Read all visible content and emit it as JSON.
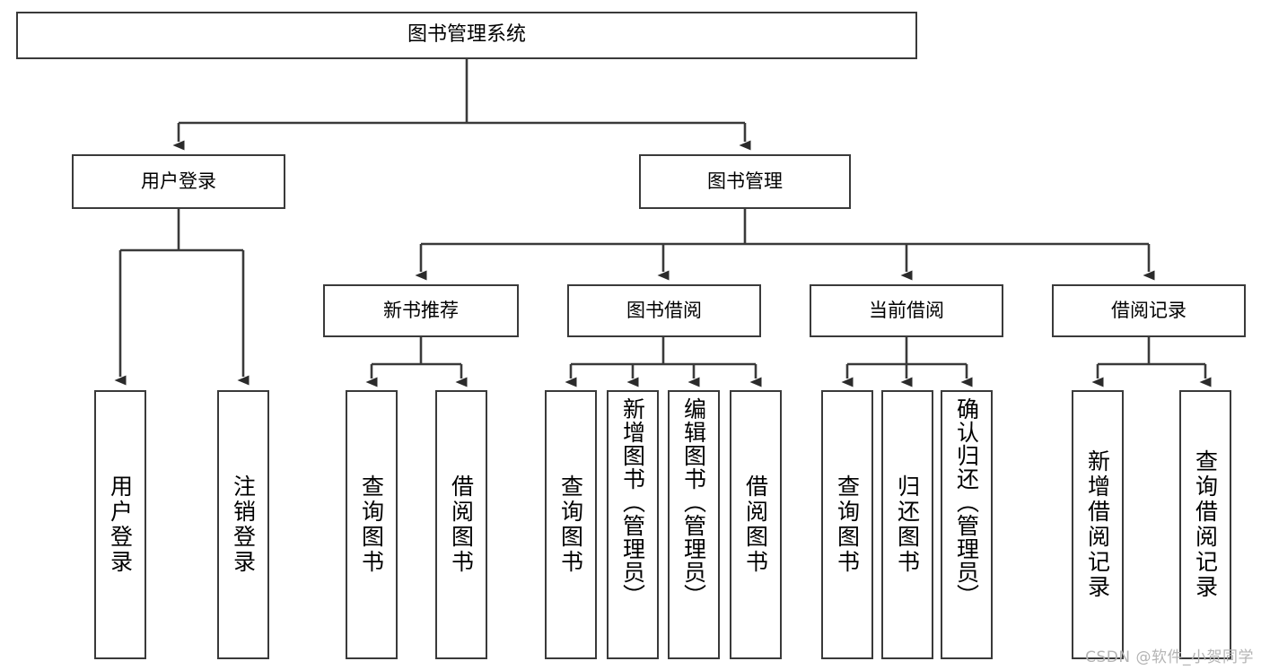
{
  "diagram": {
    "title": "图书管理系统",
    "type": "tree-hierarchy",
    "watermark": "CSDN @软件_小贺同学",
    "line_color": "#3a3a3a",
    "box_fill": "#ffffff",
    "text_color": "#000000",
    "root": {
      "label": "图书管理系统",
      "children": [
        {
          "label": "用户登录",
          "children": [
            {
              "label": "用户登录"
            },
            {
              "label": "注销登录"
            }
          ]
        },
        {
          "label": "图书管理",
          "children": [
            {
              "label": "新书推荐",
              "children": [
                {
                  "label": "查询图书"
                },
                {
                  "label": "借阅图书"
                }
              ]
            },
            {
              "label": "图书借阅",
              "children": [
                {
                  "label": "查询图书"
                },
                {
                  "label": "新增图书（管理员）"
                },
                {
                  "label": "编辑图书（管理员）"
                },
                {
                  "label": "借阅图书"
                }
              ]
            },
            {
              "label": "当前借阅",
              "children": [
                {
                  "label": "查询图书"
                },
                {
                  "label": "归还图书"
                },
                {
                  "label": "确认归还（管理员）"
                }
              ]
            },
            {
              "label": "借阅记录",
              "children": [
                {
                  "label": "新增借阅记录"
                },
                {
                  "label": "查询借阅记录"
                }
              ]
            }
          ]
        }
      ]
    },
    "nodes": {
      "root": "图书管理系统",
      "l1_user_login": "用户登录",
      "l1_book_mgmt": "图书管理",
      "l2_new_book_rec": "新书推荐",
      "l2_book_borrow": "图书借阅",
      "l2_current_borrow": "当前借阅",
      "l2_borrow_record": "借阅记录",
      "leaf_user_login": "用户登录",
      "leaf_logout": "注销登录",
      "leaf_query_book_a": "查询图书",
      "leaf_borrow_book_a": "借阅图书",
      "leaf_query_book_b": "查询图书",
      "leaf_add_book": "新增图书（管理员）",
      "leaf_edit_book": "编辑图书（管理员）",
      "leaf_borrow_book_b": "借阅图书",
      "leaf_query_book_c": "查询图书",
      "leaf_return_book": "归还图书",
      "leaf_confirm_return": "确认归还（管理员）",
      "leaf_add_record": "新增借阅记录",
      "leaf_query_record": "查询借阅记录"
    }
  }
}
